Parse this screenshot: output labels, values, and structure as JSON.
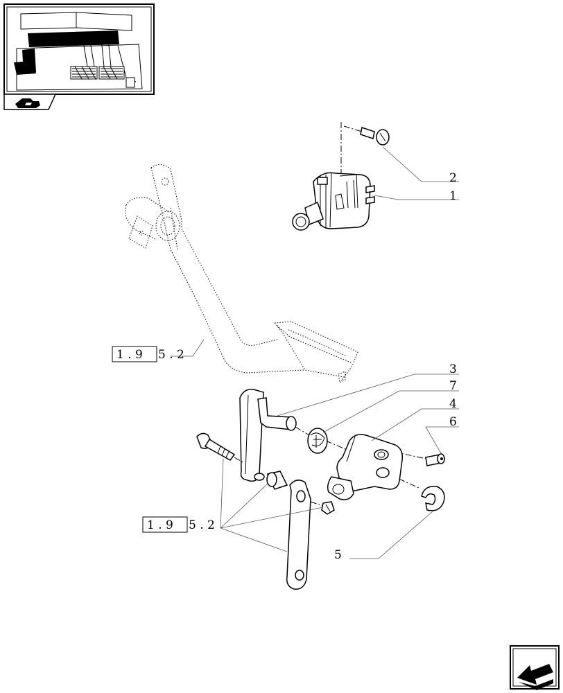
{
  "callouts": {
    "c1": "1",
    "c2": "2",
    "c3": "3",
    "c4": "4",
    "c5": "5",
    "c6": "6",
    "c7": "7"
  },
  "references": [
    {
      "boxed": "1 . 9",
      "suffix": "5 . 2"
    },
    {
      "boxed": "1 . 9",
      "suffix": "5 . 2"
    }
  ],
  "icons": {
    "thumbnail": "pedal-location-thumbnail",
    "section_tab": "tractor-section-icon",
    "nav": "previous-page-arrow-icon"
  }
}
